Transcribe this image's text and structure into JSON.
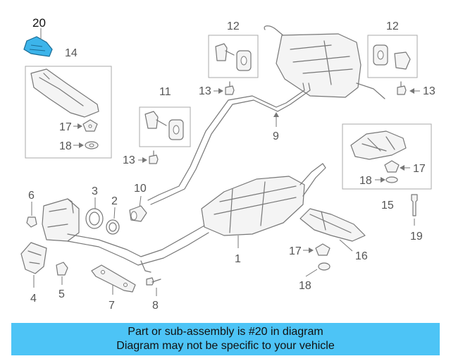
{
  "colors": {
    "banner_bg": "#4dc4f6",
    "highlight": "#3cb4ea",
    "line": "#777777",
    "label": "#555555",
    "target_label": "#111111"
  },
  "target_part": "20",
  "callouts": {
    "c20": "20",
    "c14": "14",
    "c12a": "12",
    "c12b": "12",
    "c11": "11",
    "c13a": "13",
    "c13b": "13",
    "c13c": "13",
    "c17a": "17",
    "c17b": "17",
    "c17c": "17",
    "c18a": "18",
    "c18b": "18",
    "c18c": "18",
    "c9": "9",
    "c10": "10",
    "c6": "6",
    "c3": "3",
    "c2": "2",
    "c1": "1",
    "c15": "15",
    "c16": "16",
    "c19": "19",
    "c4": "4",
    "c5": "5",
    "c7": "7",
    "c8": "8"
  },
  "banner": {
    "line1": "Part or sub-assembly is #20 in diagram",
    "line2": "Diagram may not be specific to your vehicle"
  }
}
